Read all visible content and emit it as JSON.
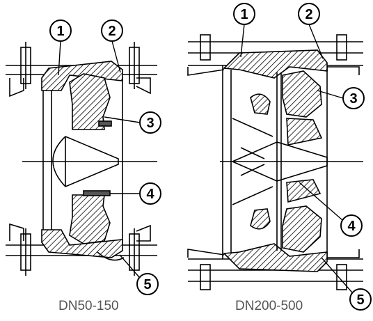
{
  "captions": {
    "left": "DN50-150",
    "right": "DN200-500"
  },
  "callouts": {
    "left": [
      "1",
      "2",
      "3",
      "4",
      "5"
    ],
    "right": [
      "1",
      "2",
      "3",
      "4",
      "5"
    ]
  },
  "colors": {
    "line": "#000000",
    "caption_text": "#555555",
    "background": "#ffffff"
  }
}
